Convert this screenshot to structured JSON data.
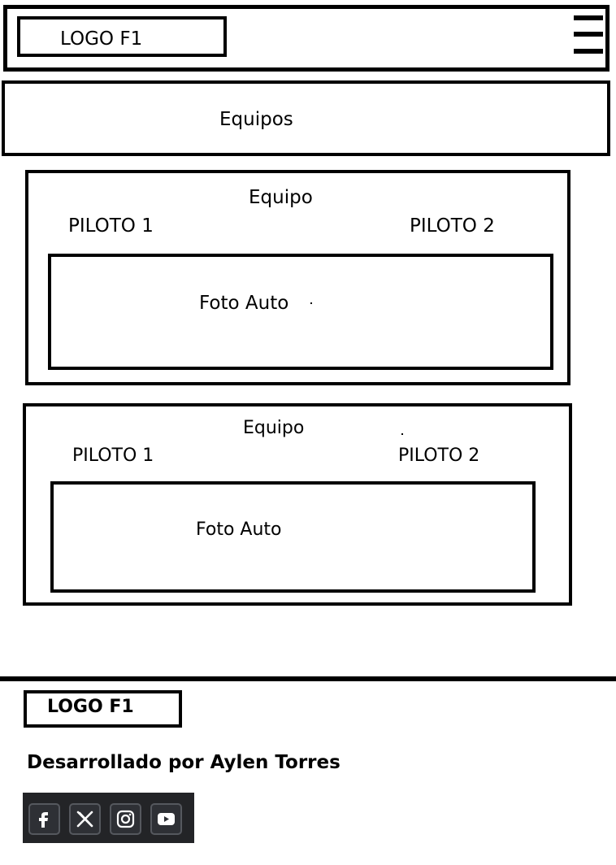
{
  "header": {
    "logo_text": "LOGO  F1",
    "menu_icon": "hamburger-menu-icon"
  },
  "section": {
    "title": "Equipos"
  },
  "teams": [
    {
      "title": "Equipo",
      "pilot_1": "PILOTO 1",
      "pilot_2": "PILOTO 2",
      "photo_label": "Foto Auto"
    },
    {
      "title": "Equipo",
      "pilot_1": "PILOTO 1",
      "pilot_2": "PILOTO 2",
      "photo_label": "Foto Auto"
    }
  ],
  "footer": {
    "logo_text": "LOGO F1",
    "credit": "Desarrollado por Aylen Torres",
    "social_bar_color": "#232427",
    "social_icons": [
      "facebook-icon",
      "x-icon",
      "instagram-icon",
      "youtube-icon"
    ]
  }
}
